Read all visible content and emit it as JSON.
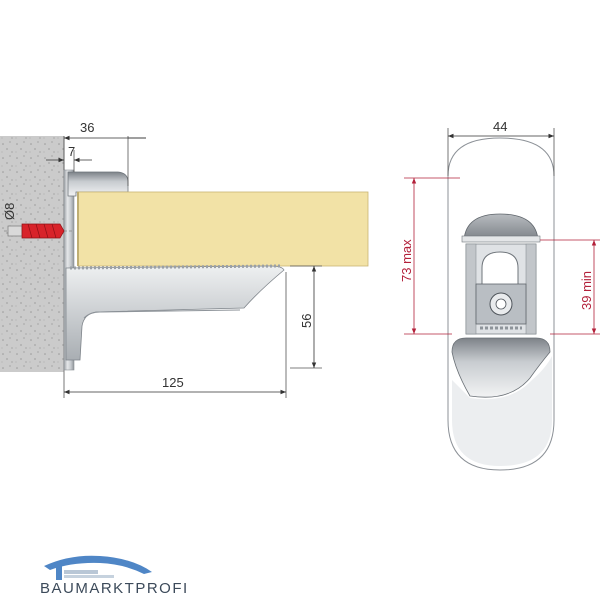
{
  "side_view": {
    "dim_top_width": "36",
    "dim_gap": "7",
    "dim_hole": "Ø8",
    "dim_height": "56",
    "dim_depth": "125"
  },
  "front_view": {
    "dim_width": "44",
    "dim_max": "73 max",
    "dim_min": "39 min"
  },
  "brand": {
    "name": "BAUMARKTPROFI"
  },
  "colors": {
    "wall": "#c9c9c9",
    "shelf": "#f2e2a6",
    "metal": "#c8ccd1",
    "dowel": "#d8232a",
    "dimension_red": "#b3203a",
    "brand_blue": "#4f86c6"
  }
}
